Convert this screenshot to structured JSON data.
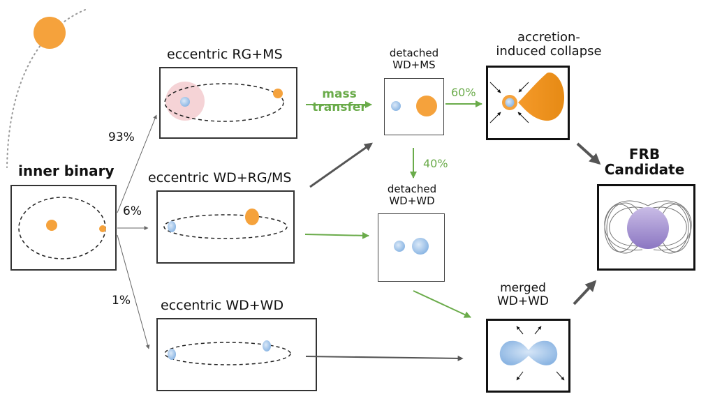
{
  "diagram": {
    "inner_binary": {
      "title": "inner binary"
    },
    "branches": {
      "p93": "93%",
      "p6": "6%",
      "p1": "1%"
    },
    "stage1": {
      "rg_ms": "eccentric RG+MS",
      "wd_rgms": "eccentric WD+RG/MS",
      "wd_wd": "eccentric WD+WD"
    },
    "mass_transfer": {
      "line1": "mass",
      "line2": "transfer"
    },
    "stage2": {
      "detached_wd_ms": {
        "line1": "detached",
        "line2": "WD+MS"
      },
      "detached_wd_wd": {
        "line1": "detached",
        "line2": "WD+WD"
      },
      "merged_wd_wd": {
        "line1": "merged",
        "line2": "WD+WD"
      }
    },
    "split": {
      "p60": "60%",
      "p40": "40%"
    },
    "aic": {
      "line1": "accretion-",
      "line2": "induced collapse"
    },
    "frb": {
      "line1": "FRB",
      "line2": "Candidate"
    },
    "colors": {
      "orange": "#f5a23c",
      "wd_blue": "#9fc3ea",
      "green_arrow": "#6aab4a",
      "dark_arrow": "#555555",
      "rg_envelope": "#f5d3d6",
      "magnetar_purple": "#9a86c8"
    }
  }
}
